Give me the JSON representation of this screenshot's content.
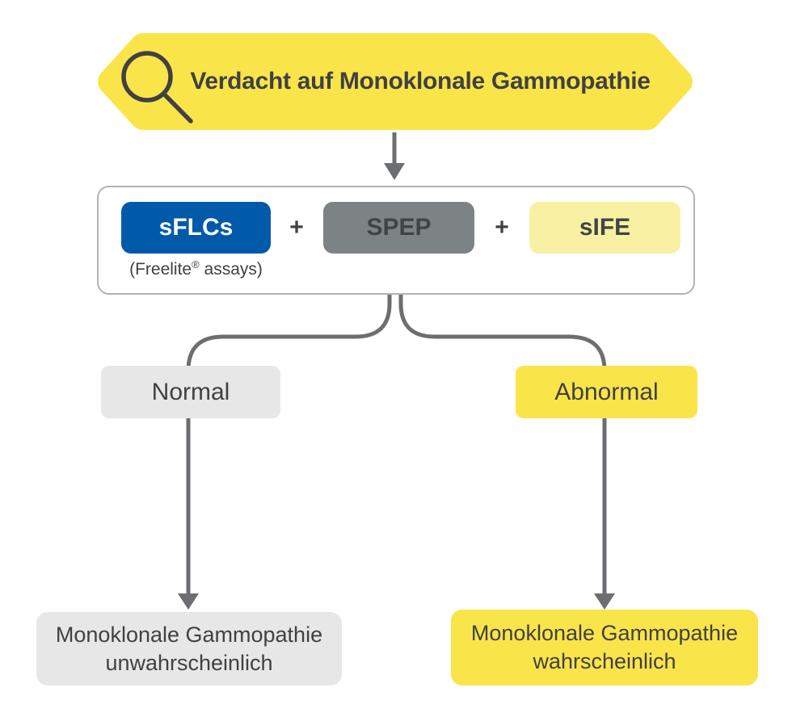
{
  "colors": {
    "yellow": "#F9E54A",
    "pale_yellow": "#F8F1A3",
    "blue": "#005AA9",
    "gray_pill": "#7D8285",
    "light_gray": "#E7E7E8",
    "line_gray": "#6D6E71",
    "text_dark": "#414042",
    "pill_text_dark": "#3F4547",
    "box_border": "#B1B3B6"
  },
  "banner": {
    "label": "Verdacht auf Monoklonale Gammopathie",
    "icon": "magnifier-icon"
  },
  "test_panel": {
    "plus": "+",
    "tests": [
      {
        "label": "sFLCs"
      },
      {
        "label": "SPEP"
      },
      {
        "label": "sIFE"
      }
    ],
    "note_prefix": "(Freelite",
    "note_reg": "®",
    "note_suffix": " assays)"
  },
  "branches": {
    "left": {
      "result": "Normal",
      "outcome_line1": "Monoklonale Gammopathie",
      "outcome_line2": "unwahrscheinlich"
    },
    "right": {
      "result": "Abnormal",
      "outcome_line1": "Monoklonale Gammopathie",
      "outcome_line2": "wahrscheinlich"
    }
  }
}
